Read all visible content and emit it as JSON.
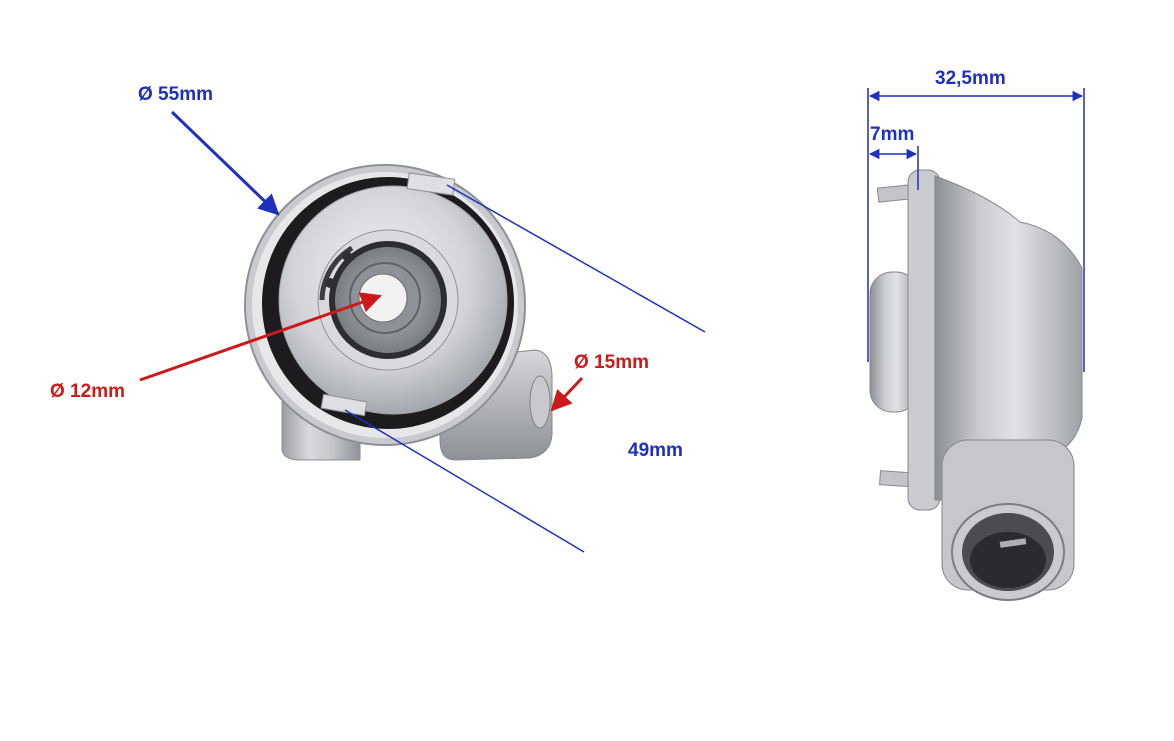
{
  "dimensions": {
    "outer_diameter": "Ø 55mm",
    "bore_diameter": "Ø 12mm",
    "port_diameter": "Ø 15mm",
    "length": "49mm",
    "width": "32,5mm",
    "flange_thickness": "7mm"
  },
  "colors": {
    "dimension_blue": "#1f2fbf",
    "dimension_red": "#cc1a1a",
    "metal_light": "#e3e4e7",
    "metal_mid": "#b7b9bd",
    "metal_dark": "#7c7f85",
    "gasket": "#1c1c1e",
    "background": "#ffffff"
  }
}
